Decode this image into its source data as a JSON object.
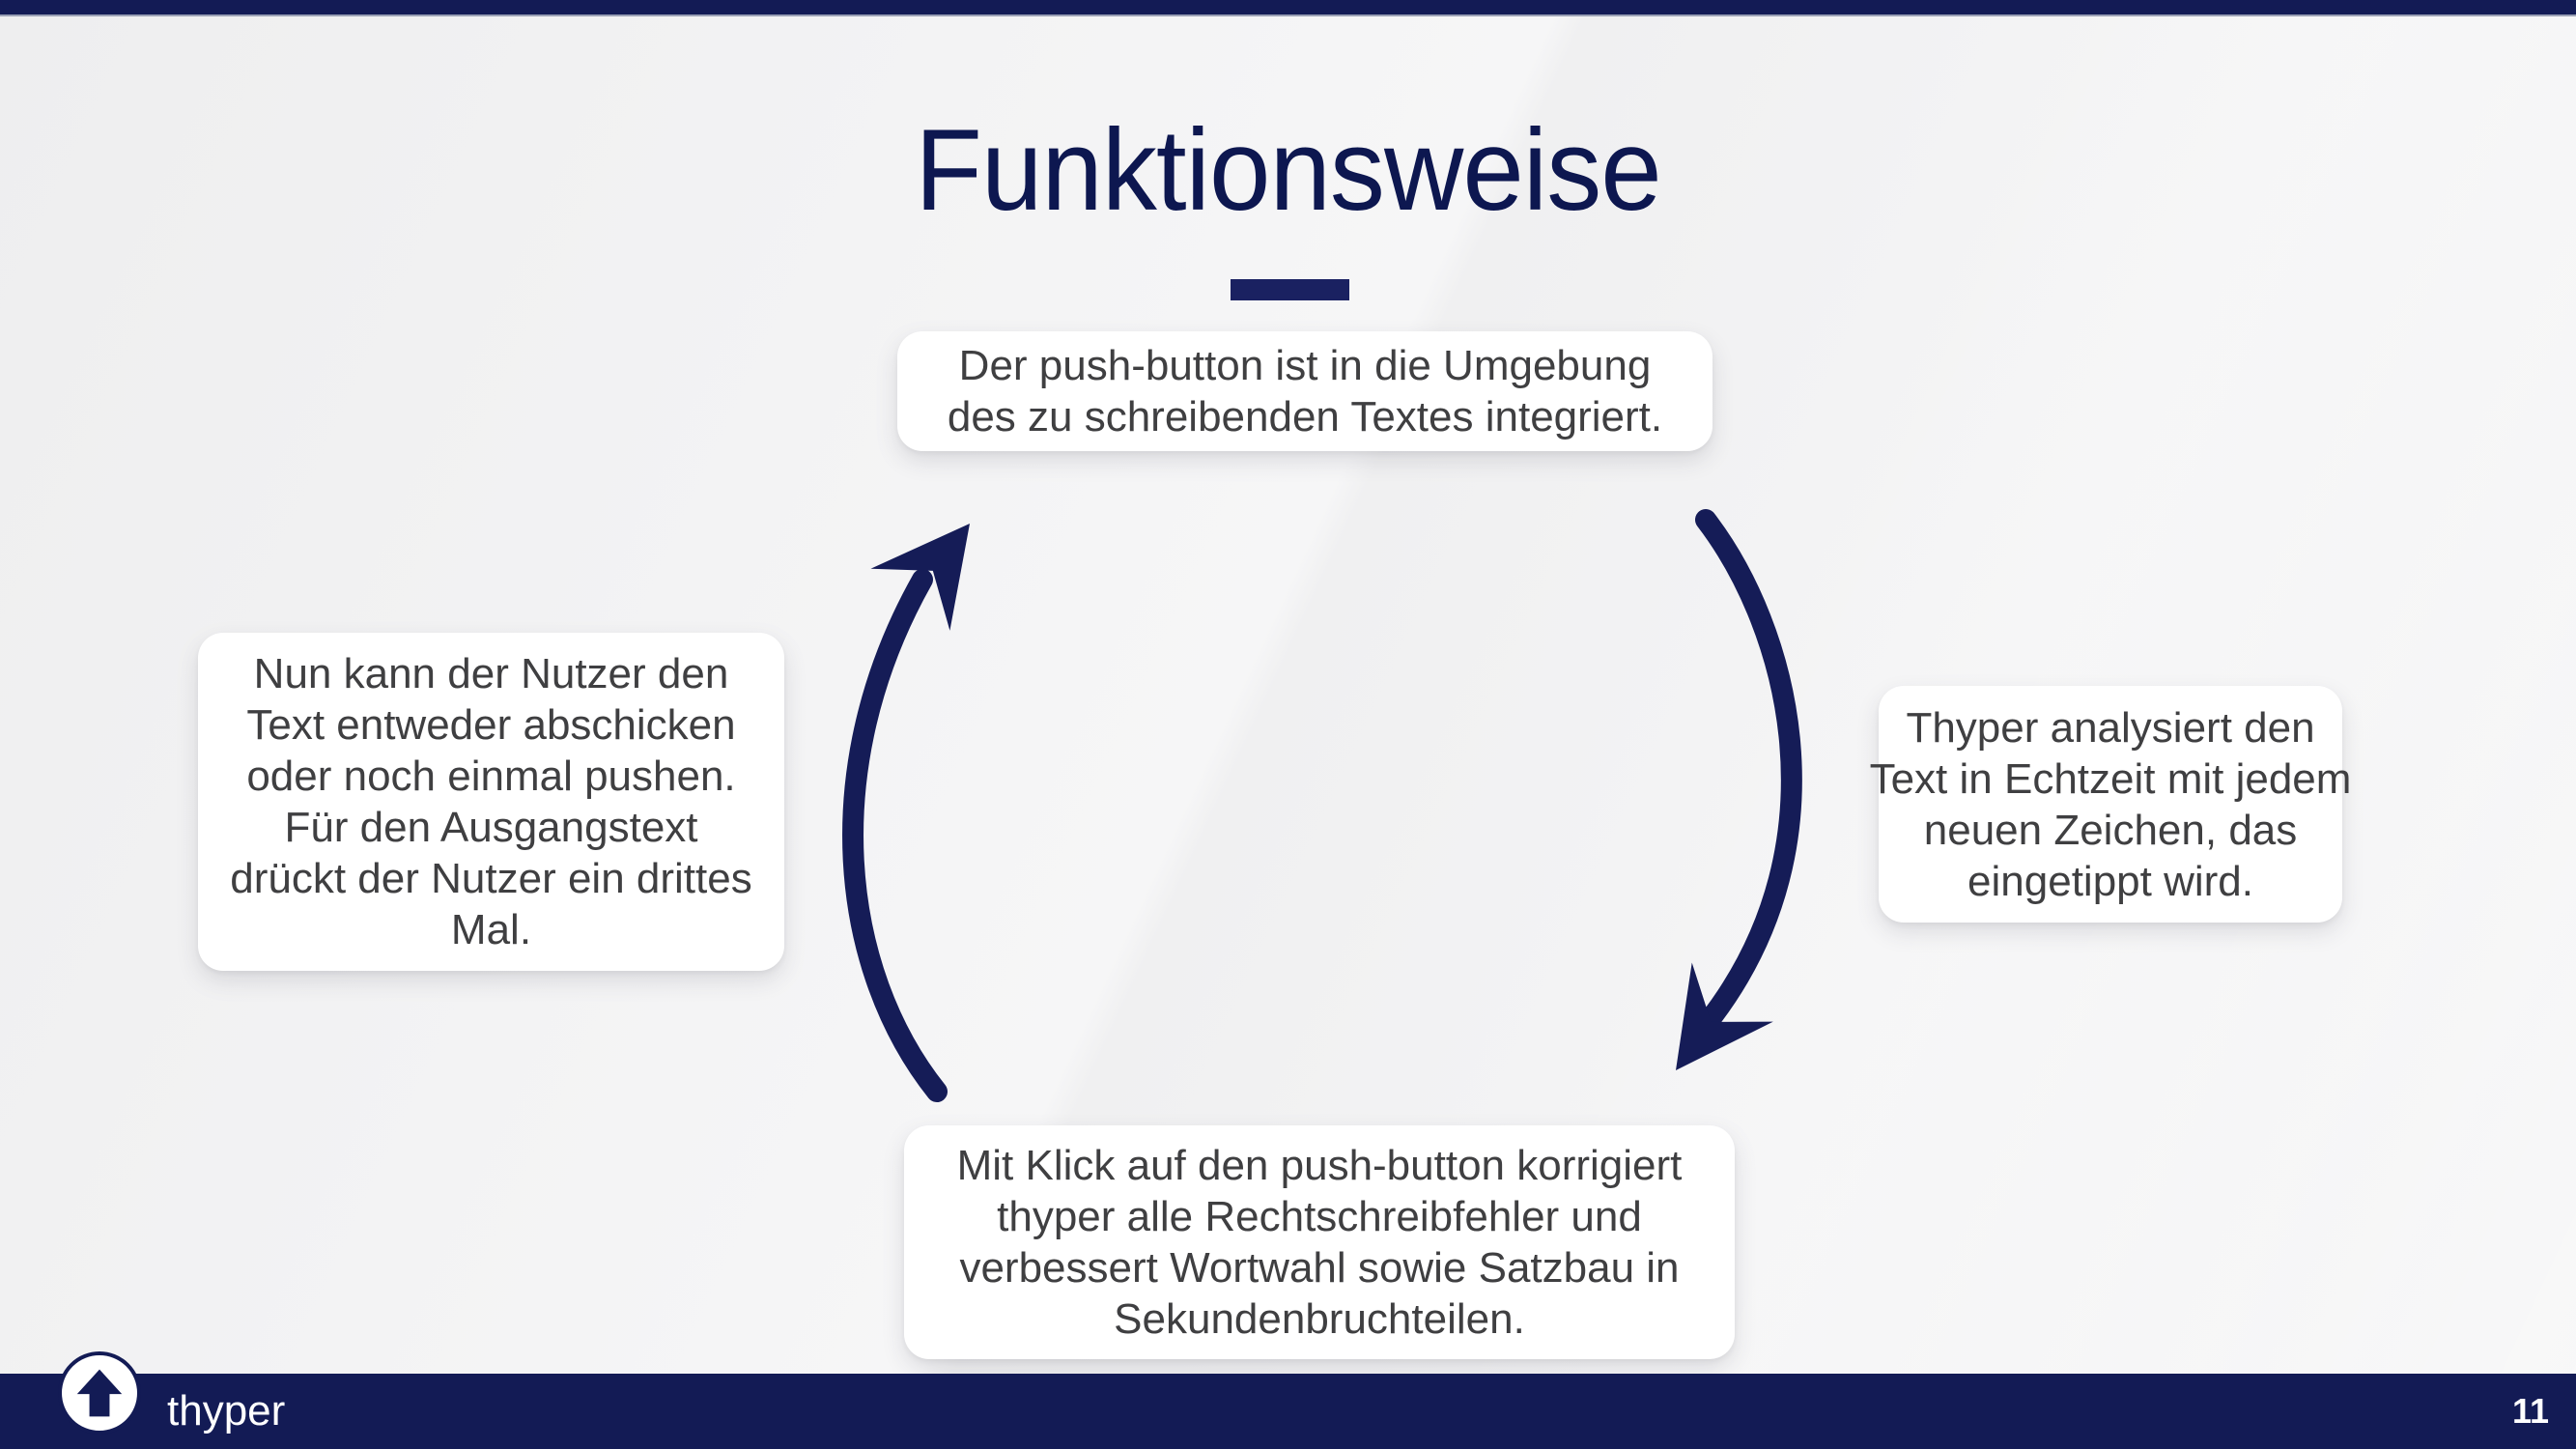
{
  "title": "Funktionsweise",
  "diagram": {
    "steps": {
      "top": {
        "text": "Der push-button ist in die Umgebung\ndes zu schreibenden Textes integriert."
      },
      "right": {
        "text": "Thyper analysiert den\nText in Echtzeit mit jedem\nneuen Zeichen, das\neingetippt wird."
      },
      "bottom": {
        "text": "Mit Klick auf den push-button korrigiert\nthyper alle Rechtschreibfehler und\nverbessert Wortwahl sowie Satzbau in\nSekundenbruchteilen."
      },
      "left": {
        "text": "Nun kann der Nutzer den\nText entweder abschicken\noder noch einmal pushen.\nFür den Ausgangstext\ndrückt der Nutzer ein drittes\nMal."
      }
    },
    "arrows": [
      {
        "name": "right-cycle-arrow",
        "direction": "top-to-bottom"
      },
      {
        "name": "left-cycle-arrow",
        "direction": "bottom-to-top"
      }
    ]
  },
  "footer": {
    "brand": "thyper",
    "page_number": "11",
    "logo_icon": "up-arrow-icon"
  },
  "colors": {
    "navy_bar": "#131b55",
    "navy_arrow": "#151c57",
    "navy_title": "#0d1750",
    "divider": "#1a2161",
    "box_background": "#ffffff",
    "box_text": "#3f3f41",
    "background": "#f2f2f3",
    "footer_text": "#ffffff"
  }
}
